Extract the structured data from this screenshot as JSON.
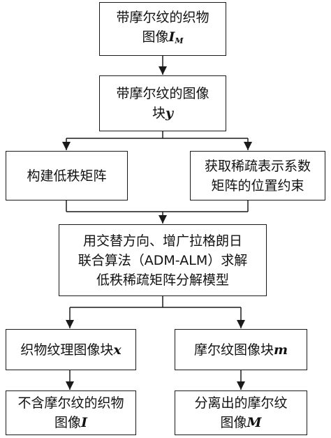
{
  "nodes": {
    "input_image": {
      "line1": "带摩尔纹的织物",
      "line2_text": "图像",
      "line2_symbol": "I",
      "line2_subscript": "M"
    },
    "image_patch": {
      "line1": "带摩尔纹的图像",
      "line2_text": "块",
      "line2_symbol": "y"
    },
    "low_rank": {
      "line1": "构建低秩矩阵"
    },
    "sparse_constraint": {
      "line1": "获取稀疏表示系数",
      "line2": "矩阵的位置约束"
    },
    "admm_solver": {
      "line1": "用交替方向、增广拉格朗日",
      "line2": "联合算法（ADM-ALM）求解",
      "line3": "低秩稀疏矩阵分解模型"
    },
    "texture_patch": {
      "line1_text": "织物纹理图像块",
      "line1_symbol": "x"
    },
    "moire_patch": {
      "line1_text": "摩尔纹图像块",
      "line1_symbol": "m"
    },
    "clean_image": {
      "line1": "不含摩尔纹的织物",
      "line2_text": "图像",
      "line2_symbol": "I"
    },
    "separated_moire": {
      "line1": "分离出的摩尔纹",
      "line2_text": "图像",
      "line2_symbol": "M"
    }
  },
  "colors": {
    "line": "#1a1a1a",
    "background": "#ffffff"
  }
}
